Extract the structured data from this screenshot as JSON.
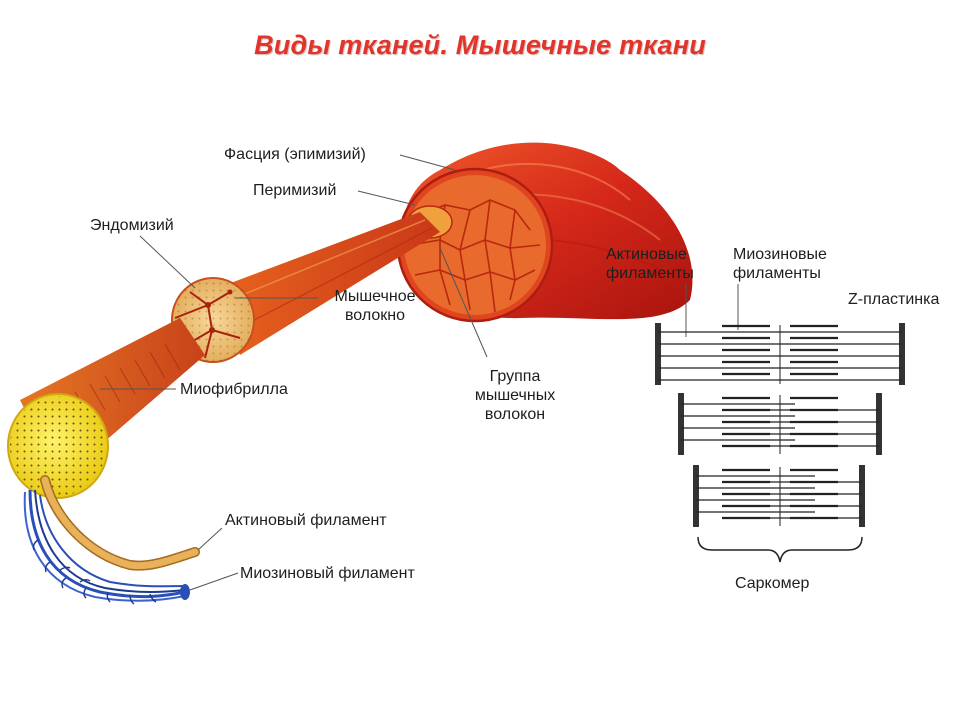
{
  "title": "Виды тканей. Мышечные ткани",
  "labels": {
    "fascia": "Фасция (эпимизий)",
    "perimysium": "Перимизий",
    "endomysium": "Эндомизий",
    "muscle_fiber_1": "Мышечное",
    "muscle_fiber_2": "волокно",
    "myofibril": "Миофибрилла",
    "group_1": "Группа",
    "group_2": "мышечных",
    "group_3": "волокон",
    "actin_filament": "Актиновый филамент",
    "myosin_filament": "Миозиновый филамент",
    "actin_filaments_1": "Актиновые",
    "actin_filaments_2": "филаменты",
    "myosin_filaments_1": "Миозиновые",
    "myosin_filaments_2": "филаменты",
    "z_disc": "Z-пластинка",
    "sarcomere": "Саркомер"
  },
  "colors": {
    "title": "#e2342b",
    "muscle": "#d9321c",
    "fiber": "#e8a34a",
    "myofibril_end": "#f2e11a",
    "myosin": "#2a4fb8"
  }
}
